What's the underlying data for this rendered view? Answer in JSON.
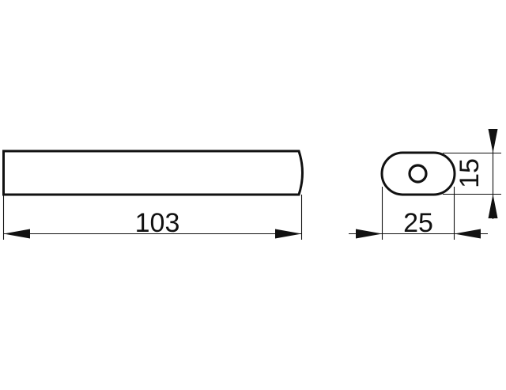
{
  "drawing": {
    "title": "Oval bar technical drawing",
    "background_color": "#ffffff",
    "line_color": "#111111",
    "views": {
      "side_view": {
        "name": "side-elevation",
        "shape": "rounded-end-bar",
        "dimension": {
          "label": "103",
          "unit_implied": "mm",
          "orientation": "horizontal",
          "arrow_style": "filled-closed"
        }
      },
      "end_view": {
        "name": "end-section",
        "shape": "stadium-oval-with-center-hole",
        "width_dimension": {
          "label": "25",
          "unit_implied": "mm",
          "orientation": "horizontal",
          "arrow_style": "filled-closed-outside"
        },
        "height_dimension": {
          "label": "15",
          "unit_implied": "mm",
          "orientation": "vertical-rotated",
          "arrow_style": "filled-closed-outside"
        }
      }
    }
  }
}
